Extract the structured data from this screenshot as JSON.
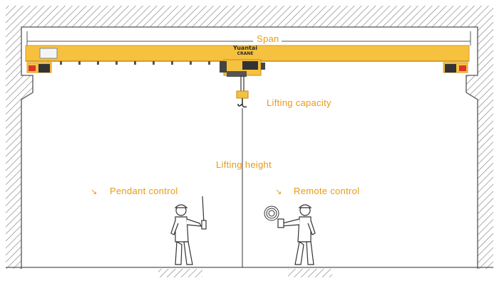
{
  "labels": {
    "span": "Span",
    "lifting_capacity": "Lifting capacity",
    "lifting_height": "Lifting height",
    "pendant_control": "Pendant control",
    "remote_control": "Remote control"
  },
  "brand": {
    "logo_line1": "Yuantai",
    "logo_line2": "CRANE"
  },
  "icons": {
    "pendant_arrow": "arrow-down-right-icon",
    "remote_arrow": "arrow-down-right-icon"
  },
  "colors": {
    "label": "#e89a12",
    "girder": "#f6c13f",
    "girder_edge": "#d99a1a",
    "stop_red": "#d9342b",
    "line": "#333333",
    "hatch": "#8a8a8a"
  }
}
